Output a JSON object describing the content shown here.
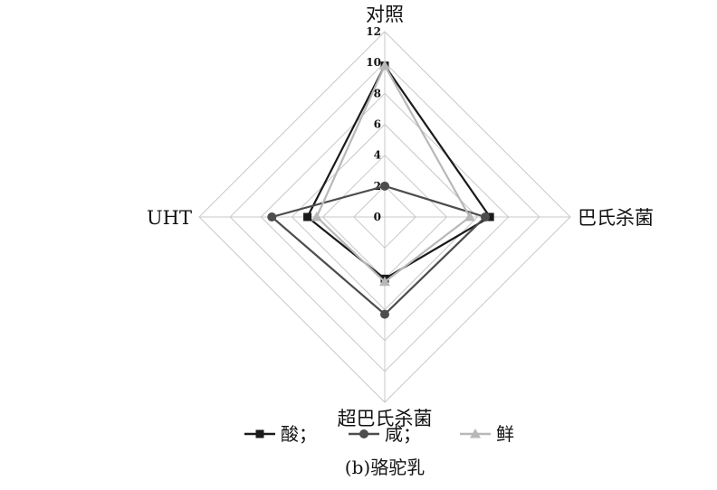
{
  "chart_data": {
    "type": "radar",
    "axes": [
      "对照",
      "巴氏杀菌",
      "超巴氏杀菌",
      "UHT"
    ],
    "rlim": [
      0,
      12
    ],
    "ticks": [
      "0",
      "2",
      "4",
      "6",
      "8",
      "10",
      "12"
    ],
    "grid": true,
    "series": [
      {
        "name": "酸；",
        "values": [
          9.8,
          6.8,
          4.0,
          5.0
        ],
        "color": "#1a1a1a",
        "marker": "square"
      },
      {
        "name": "咸；",
        "values": [
          2.0,
          6.5,
          6.3,
          7.3
        ],
        "color": "#4d4d4d",
        "marker": "circle"
      },
      {
        "name": "鲜",
        "values": [
          9.8,
          5.5,
          4.2,
          4.4
        ],
        "color": "#b8b8b8",
        "marker": "triangle"
      }
    ],
    "legend_position": "bottom"
  },
  "caption": "(b)骆驼乳"
}
